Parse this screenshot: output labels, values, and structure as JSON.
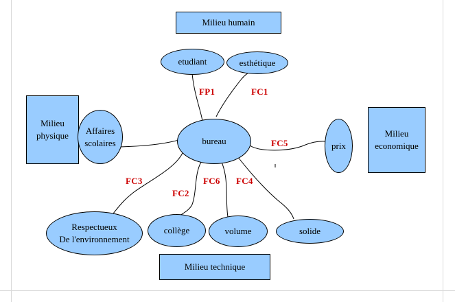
{
  "environments": {
    "human": "Milieu humain",
    "physical": "Milieu physique",
    "economic": "Milieu economique",
    "technical": "Milieu technique"
  },
  "center": "bureau",
  "elements": {
    "etudiant": "etudiant",
    "esthetique": "esthétique",
    "affaires": "Affaires scolaires",
    "prix": "prix",
    "respectueux_line1": "Respectueux",
    "respectueux_line2": "De l'environnement",
    "college": "collège",
    "volume": "volume",
    "solide": "solide"
  },
  "functions": {
    "fp1": "FP1",
    "fc1": "FC1",
    "fc2": "FC2",
    "fc3": "FC3",
    "fc4": "FC4",
    "fc5": "FC5",
    "fc6": "FC6"
  },
  "colors": {
    "fill": "#99ccff",
    "function_label": "#cc0000"
  }
}
